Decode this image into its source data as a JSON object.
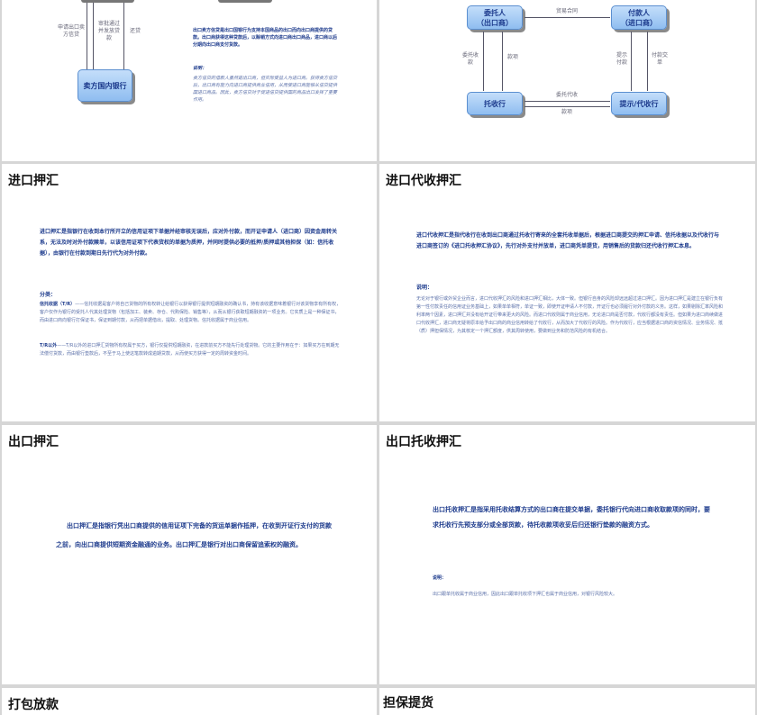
{
  "slides": [
    {
      "id": "export-seller-credit",
      "diagram": {
        "bank": "卖方国内银行",
        "labels": [
          "申请出口卖方信贷",
          "审批通过并发放贷款",
          "还贷"
        ]
      },
      "text": "出口卖方信贷是出口国银行为支持本国商品的出口而向出口商提供的贷款。出口商获得这种贷款后，以赊销方式向进口商出口商品，进口商以后分期向出口商支付货款。",
      "note_title": "说明：",
      "note": "卖方信贷的借款人虽然是出口商，但实际受益人为进口商。获得卖方信贷后，出口商有能力向进口商提供商业信用，从而使进口商能够从信贷提供国进口商品。因此，卖方信贷对于促进信贷提供国的商品出口发挥了重要作用。"
    },
    {
      "id": "collection-diagram",
      "diagram": {
        "principal": "委托人\n（出口商）",
        "drawee": "付款人\n（进口商）",
        "remitting_bank": "托收行",
        "collecting_bank": "提示/代收行",
        "contract": "贸易合同",
        "entrust": "委托收款",
        "funds1": "款项",
        "present": "提示付款",
        "pay": "付款交单",
        "collect": "委托代收",
        "funds2": "款项"
      }
    },
    {
      "id": "import-bill",
      "title": "进口押汇",
      "text": "进口押汇是指银行在收到本行所开立的信用证项下单据并经审核无误后，应对外付款，而开证申请人（进口商）因资金周转关系，无法及时对外付款赎单，以该信用证项下代表货权的单据为质押，并同时提供必要的抵押/质押或其他担保（如：信托收据），由银行在付款到期日先行代为对外付款。",
      "class_title": "分类：",
      "items": [
        {
          "head": "信托收据（T/R）",
          "body": "——信托收据是客户将自己货物的所有权转让给银行以获得银行提供短期融资的确认书，持有该收据意味着银行对该货物享有所有权，客户仅作为银行的受托人代其处理货物（包括加工、装卖、存仓、代购保险、销售等），从而从银行获取短期融资的一项业务。它实质上是一种保证书，而由进口商向银行打保证书，保证到期付款，从而把单据借出，提取、处理货物。信托收据属于商业信用。"
        },
        {
          "head": "T/R以外",
          "body": "——T/R以外的进口押汇货物所有权属于买方，银行仅提供短期融资，在进款前买方不能先行处理货物。它的主要作用在于：如果买方在到期无法偿付货款，而由银行垫款后，不至于马上使这笔款转成逾期贷款，从而使买方获得一定的周转资金时间。"
        }
      ]
    },
    {
      "id": "import-collection-bill",
      "title": "进口代收押汇",
      "text": "进口代收押汇是指代收行在收到出口商通过托收行寄来的全套托收单据后，根据进口商提交的押汇申请、信托收据以及代收行与进口商签订的《进口托收押汇协议》，先行对外支付并放单，进口商凭单提货，用销售后的货款归还代收行押汇本息。",
      "note_title": "说明：",
      "note": "无论对于银行或外贸企业而言，进口代收押汇的风险和进口押汇相比，大体一致。但银行自身的风险却远远超过进口押汇。因为进口押汇是建立在银行负有第一性付款责任的信用证业务基础上，如果单单相符，单证一致，即使开证申请人不付款，开证行也必须履行对外付款的义务。这样，如果剔除汇率风险和利率两个因素，进口押汇并没有给开证行带来更大的风险。而进口代收则属于商业信用，无论进口商是否付款，代收行都没有责任。但如果为进口商续做进口代收押汇，进口商无疑将原本给予出口商的商业信用转给了代收行，从而加大了代收行的风险。作为代收行，应当根据进口商的资信情况、业务情况、抵（质）押担保情况，为其核定一个押汇额度，供其周转使用，要做到业务和防范风险的有机结合。"
    },
    {
      "id": "export-bill",
      "title": "出口押汇",
      "text": "出口押汇是指银行凭出口商提供的信用证项下完备的货运单据作抵押，在收到开证行支付的货款之前，向出口商提供短期资金融通的业务。出口押汇是银行对出口商保留追索权的融资。"
    },
    {
      "id": "export-collection-bill",
      "title": "出口托收押汇",
      "text": "出口托收押汇是指采用托收结算方式的出口商在提交单据，委托银行代向进口商收取款项的同时，要求托收行先预支部分或全部货款，待托收款项收妥后归还银行垫款的融资方式。",
      "note_title": "说明：",
      "note": "出口跟单托收属于商业信用，因此出口跟单托收项下押汇也属于商业信用，对银行风险较大。"
    },
    {
      "id": "packing-loan",
      "title": "打包放款"
    },
    {
      "id": "guarantee-delivery",
      "title": "担保提货"
    }
  ]
}
